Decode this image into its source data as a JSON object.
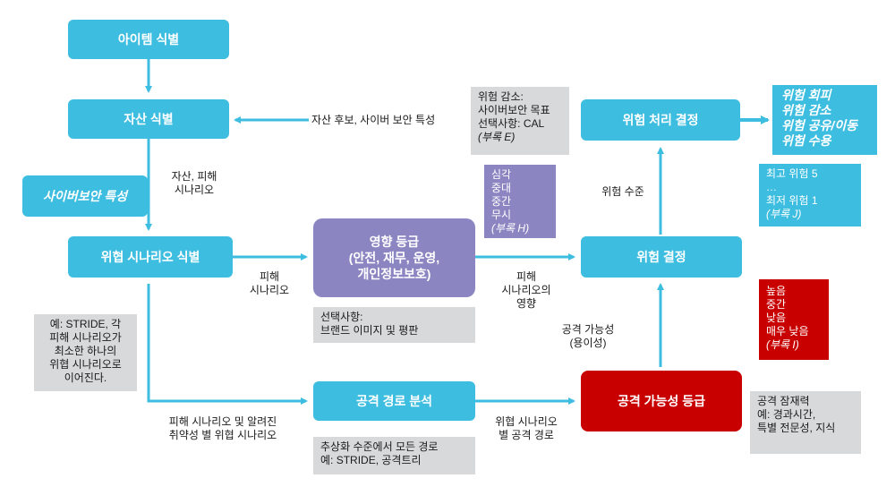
{
  "colors": {
    "cyan": "#3dbde0",
    "purple": "#8b86c2",
    "red": "#c80000",
    "note_gray": "#d8d9db"
  },
  "boxes": {
    "item_id": "아이템 식별",
    "asset_id": "자산 식별",
    "threat_scenario": "위협 시나리오 식별",
    "impact_rating": [
      "영향 등급",
      "(안전, 재무, 운영,",
      "개인정보보호)"
    ],
    "attack_path": "공격 경로 분석",
    "attack_feasibility": "공격 가능성 등급",
    "risk_determination": "위험 결정",
    "risk_treatment": "위험 처리 결정"
  },
  "cyber_property_label": "사이버보안 특성",
  "edge_labels": {
    "asset_feedback": "자산 후보, 사이버 보안 특성",
    "asset_to_threat": [
      "자산, 피해",
      "시나리오"
    ],
    "threat_to_impact": [
      "피해",
      "시나리오"
    ],
    "threat_to_path": [
      "피해 시나리오 및 알려진",
      "취약성 별 위협 시나리오"
    ],
    "path_to_feasibility": [
      "위협 시나리오",
      "별 공격 경로"
    ],
    "impact_to_risk": [
      "피해",
      "시나리오의",
      "영향"
    ],
    "feasibility_to_risk": [
      "공격 가능성",
      "(용이성)"
    ],
    "risk_to_treatment": "위험 수준"
  },
  "notes": {
    "stride_note": [
      "예: STRIDE, 각",
      "피해 시나리오가",
      "최소한 하나의",
      "위협 시나리오로",
      "이어진다."
    ],
    "impact_option": [
      "선택사항:",
      "브랜드 이미지 및 평판"
    ],
    "path_note": [
      "추상화 수준에서 모든 경로",
      "예: STRIDE, 공격트리"
    ],
    "attack_potential": [
      "공격 잠재력",
      "예: 경과시간,",
      "특별 전문성, 지식"
    ],
    "risk_reduction": {
      "lines": [
        "위험 감소:",
        "사이버보안 목표",
        "선택사항: CAL"
      ],
      "annex": "(부록 E)"
    }
  },
  "impact_levels": {
    "items": [
      "심각",
      "중대",
      "중간",
      "무시"
    ],
    "annex": "(부록 H)"
  },
  "feasibility_levels": {
    "items": [
      "높음",
      "중간",
      "낮음",
      "매우 낮음"
    ],
    "annex": "(부록 I)"
  },
  "risk_levels": {
    "items": [
      "최고 위험 5",
      "…",
      "최저 위험 1"
    ],
    "annex": "(부록 J)"
  },
  "treatment_options": [
    "위험 회피",
    "위험 감소",
    "위험 공유/이동",
    "위험 수용"
  ]
}
